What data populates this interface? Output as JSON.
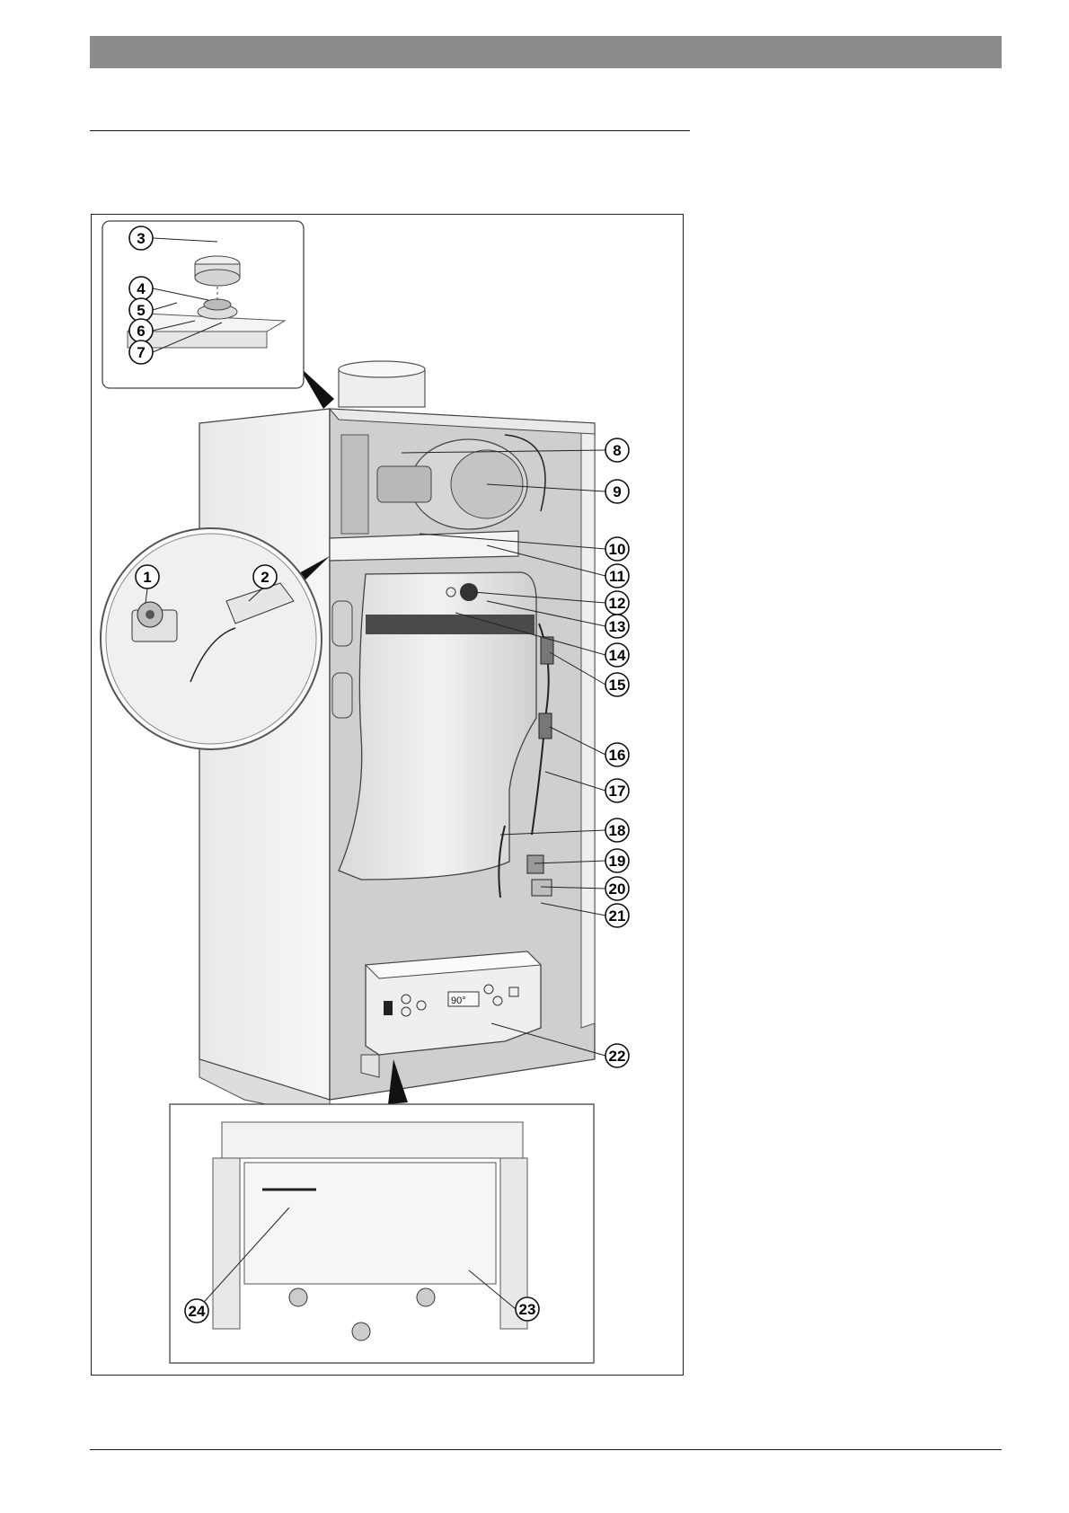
{
  "figure": {
    "callouts": [
      {
        "n": "1"
      },
      {
        "n": "2"
      },
      {
        "n": "3"
      },
      {
        "n": "4"
      },
      {
        "n": "5"
      },
      {
        "n": "6"
      },
      {
        "n": "7"
      },
      {
        "n": "8"
      },
      {
        "n": "9"
      },
      {
        "n": "10"
      },
      {
        "n": "11"
      },
      {
        "n": "12"
      },
      {
        "n": "13"
      },
      {
        "n": "14"
      },
      {
        "n": "15"
      },
      {
        "n": "16"
      },
      {
        "n": "17"
      },
      {
        "n": "18"
      },
      {
        "n": "19"
      },
      {
        "n": "20"
      },
      {
        "n": "21"
      },
      {
        "n": "22"
      },
      {
        "n": "23"
      },
      {
        "n": "24"
      }
    ],
    "display_readout": "90°"
  }
}
